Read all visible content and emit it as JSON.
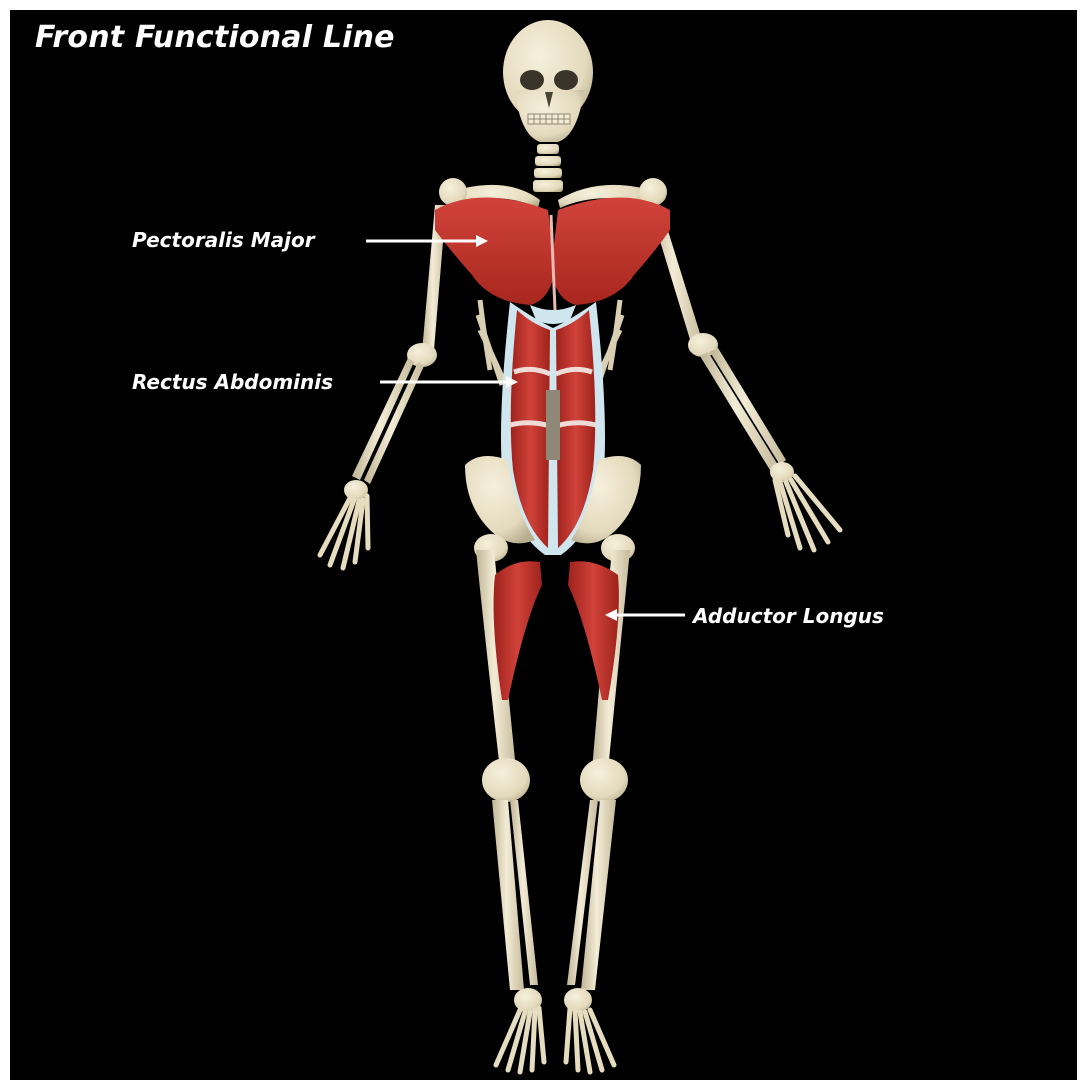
{
  "diagram": {
    "title": "Front Functional Line",
    "labels": {
      "pectoralis": "Pectoralis Major",
      "rectus": "Rectus Abdominis",
      "adductor": "Adductor Longus"
    }
  },
  "colors": {
    "background": "#000000",
    "bone": "#e8dfc4",
    "bone_shadow": "#b8ad8f",
    "muscle": "#c9362f",
    "muscle_dark": "#8f1f1a",
    "fascia": "#cfe6ef",
    "text": "#ffffff"
  }
}
